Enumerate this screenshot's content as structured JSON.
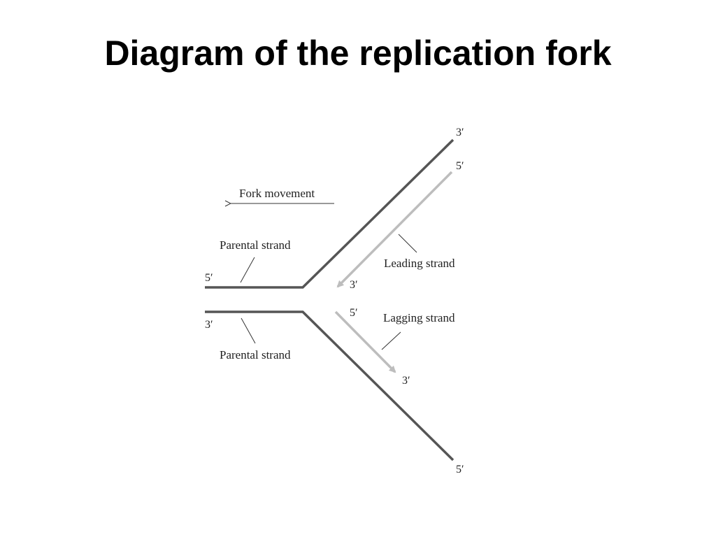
{
  "slide": {
    "title": "Diagram of the replication fork"
  },
  "diagram": {
    "fork_movement_label": "Fork movement",
    "parental_strand_top_label": "Parental strand",
    "parental_strand_bottom_label": "Parental strand",
    "leading_strand_label": "Leading strand",
    "lagging_strand_label": "Lagging strand",
    "ends": {
      "top_parental_left": "5′",
      "top_parental_right": "3′",
      "bottom_parental_left": "3′",
      "bottom_parental_right": "5′",
      "leading_start": "5′",
      "leading_end": "3′",
      "lagging_start": "5′",
      "lagging_end": "3′"
    },
    "colors": {
      "parental_strand": "#555555",
      "new_strand": "#bdbdbd",
      "leader_line": "#333333"
    }
  }
}
